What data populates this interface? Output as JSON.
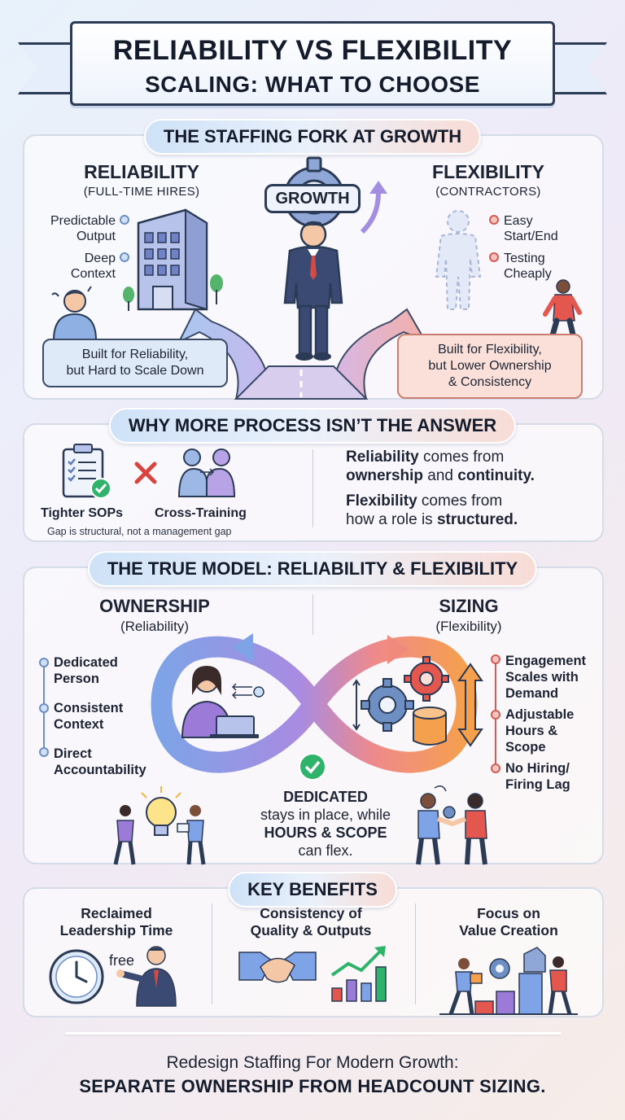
{
  "header": {
    "title_line1": "RELIABILITY VS FLEXIBILITY",
    "title_line2": "SCALING: WHAT TO CHOOSE"
  },
  "fork": {
    "pill": "THE STAFFING FORK AT GROWTH",
    "center_label": "GROWTH",
    "reliability": {
      "title": "RELIABILITY",
      "subtitle": "(FULL-TIME HIRES)",
      "bullets": [
        "Predictable\nOutput",
        "Deep\nContext"
      ],
      "callout": "Built for Reliability,\nbut Hard to Scale Down"
    },
    "flexibility": {
      "title": "FLEXIBILITY",
      "subtitle": "(CONTRACTORS)",
      "bullets": [
        "Easy\nStart/End",
        "Testing\nCheaply"
      ],
      "callout": "Built for Flexibility,\nbut Lower Ownership\n& Consistency"
    }
  },
  "process": {
    "pill": "WHY MORE PROCESS ISN’T THE ANSWER",
    "left_label": "Tighter SOPs",
    "right_label": "Cross-Training",
    "note": "Gap is structural, not a management gap",
    "statement1": {
      "b1": "Reliability",
      "t1": " comes from",
      "b2": "ownership",
      "t2": " and ",
      "b3": "continuity."
    },
    "statement2": {
      "b1": "Flexibility",
      "t1": " comes from",
      "t2": "how a role is ",
      "b2": "structured."
    }
  },
  "model": {
    "pill": "THE TRUE MODEL: RELIABILITY & FLEXIBILITY",
    "ownership": {
      "title": "OWNERSHIP",
      "subtitle": "(Reliability)",
      "items": [
        "Dedicated\nPerson",
        "Consistent\nContext",
        "Direct\nAccountability"
      ]
    },
    "sizing": {
      "title": "SIZING",
      "subtitle": "(Flexibility)",
      "items": [
        "Engagement\nScales with\nDemand",
        "Adjustable\nHours &\nScope",
        "No Hiring/\nFiring Lag"
      ]
    },
    "center": {
      "b1": "DEDICATED",
      "t1": "stays in place, while",
      "b2": "HOURS & SCOPE",
      "t2": "can flex."
    }
  },
  "benefits": {
    "pill": "KEY BENEFITS",
    "items": [
      {
        "title": "Reclaimed\nLeadership Time",
        "tag": "free"
      },
      {
        "title": "Consistency of\nQuality & Outputs"
      },
      {
        "title": "Focus on\nValue Creation"
      }
    ]
  },
  "footer": {
    "line1": "Redesign Staffing For Modern Growth:",
    "line2": "SEPARATE OWNERSHIP FROM HEADCOUNT SIZING."
  },
  "colors": {
    "navy": "#2b3a55",
    "blue_accent": "#6d8fc4",
    "red_accent": "#d45b54",
    "orange_accent": "#f08a4b",
    "purple_accent": "#8b6bd6",
    "green_check": "#2fb36b"
  },
  "icons": [
    "gear-icon",
    "building-icon",
    "stressed-person-icon",
    "businessman-icon",
    "ghost-contractor-icon",
    "walking-person-icon",
    "clipboard-icon",
    "cross-icon",
    "handoff-icon",
    "laptop-worker-icon",
    "gears-icon",
    "cylinder-icon",
    "checkmark-icon",
    "lightbulb-icon",
    "handshake-icon",
    "clock-icon",
    "growth-chart-icon",
    "builders-icon"
  ]
}
